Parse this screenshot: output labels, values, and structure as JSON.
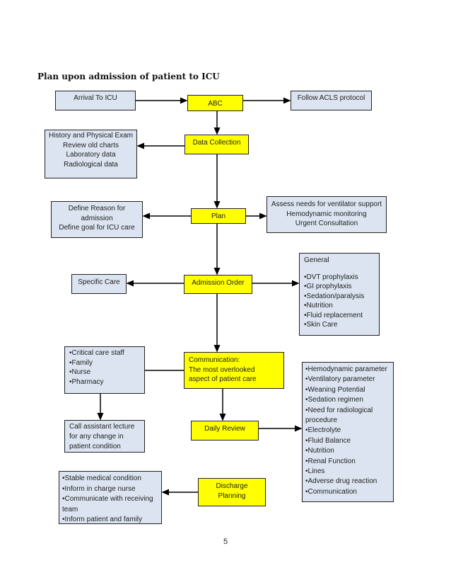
{
  "title": "Plan upon admission of patient to ICU",
  "nodes": {
    "arrival": "Arrival To ICU",
    "abc": "ABC",
    "acls": "Follow ACLS protocol",
    "history": [
      "History and Physical Exam",
      "Review old charts",
      "Laboratory data",
      "Radiological data"
    ],
    "data_collection": "Data Collection",
    "define": [
      "Define Reason for",
      "admission",
      "Define goal for ICU care"
    ],
    "plan": "Plan",
    "assess": [
      "Assess needs for ventilator support",
      "Hemodynamic monitoring",
      "Urgent Consultation"
    ],
    "specific_care": "Specific Care",
    "admission_order": "Admission Order",
    "general": {
      "heading": "General",
      "items": [
        "DVT prophylaxis",
        "GI prophylaxis",
        "Sedation/paralysis",
        "Nutrition",
        "Fluid replacement",
        "Skin Care"
      ]
    },
    "staff": [
      "Critical care staff",
      "Family",
      "Nurse",
      "Pharmacy"
    ],
    "communication": [
      "Communication:",
      "The most overlooked",
      "aspect of patient care"
    ],
    "call_assistant": "Call assistant lecture for any change in patient condition",
    "daily_review": "Daily Review",
    "review_items": [
      "Hemodynamic parameter",
      "Ventilatory parameter",
      "Weaning Potential",
      "Sedation regimen",
      "Need for radiological procedure",
      "Electrolyte",
      "Fluid Balance",
      "Nutrition",
      "Renal Function",
      "Lines",
      "Adverse drug reaction",
      "Communication"
    ],
    "discharge_planning": "Discharge Planning",
    "discharge_items": [
      "Stable medical  condition",
      "Inform in charge nurse",
      "Communicate with receiving team",
      "Inform patient and family"
    ]
  },
  "page_number": "5",
  "colors": {
    "process": "#ffff00",
    "info": "#dbe4f0",
    "line": "#000000"
  }
}
